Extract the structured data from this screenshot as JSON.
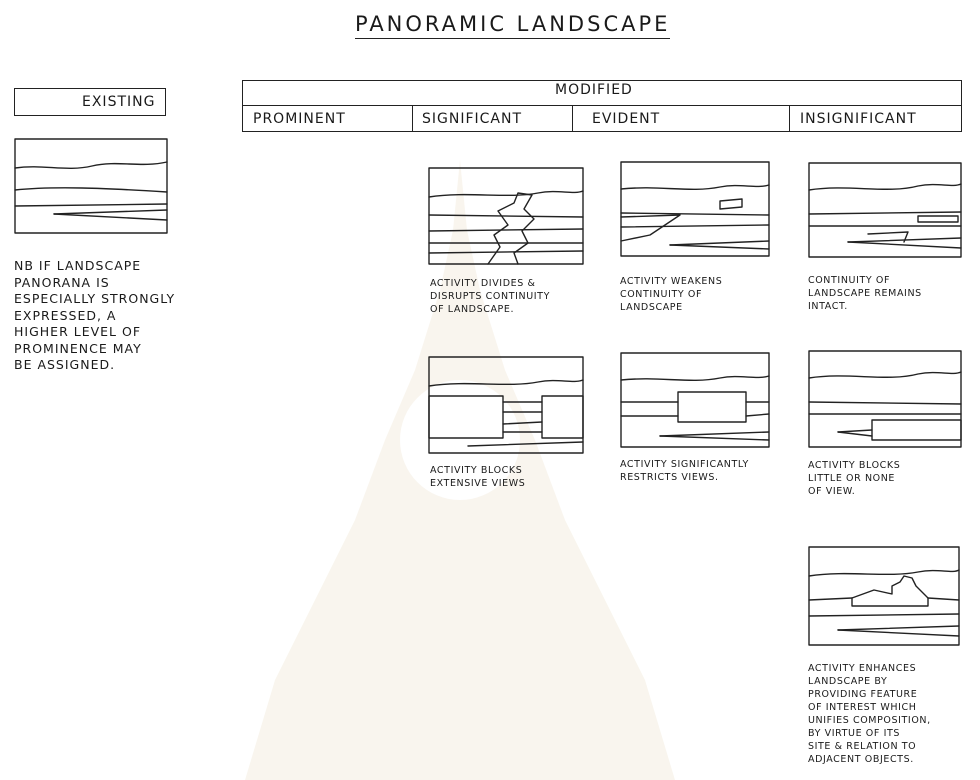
{
  "title": "PANORAMIC   LANDSCAPE",
  "existing_label": "EXISTING",
  "modified_label": "MODIFIED",
  "columns": [
    "PROMINENT",
    "SIGNIFICANT",
    "EVIDENT",
    "INSIGNIFICANT"
  ],
  "note": [
    "NB   IF LANDSCAPE",
    "PANORANA  IS",
    "ESPECIALLY STRONGLY",
    "EXPRESSED,  A",
    "HIGHER  LEVEL OF",
    "PROMINENCE  MAY",
    "BE  ASSIGNED."
  ],
  "captions": {
    "significant_divides": [
      "ACTIVITY DIVIDES &",
      "DISRUPTS CONTINUITY",
      "OF LANDSCAPE."
    ],
    "evident_weakens": [
      "ACTIVITY WEAKENS",
      "CONTINUITY OF",
      "LANDSCAPE"
    ],
    "insignificant_continuity": [
      "CONTINUITY OF",
      "LANDSCAPE REMAINS",
      "INTACT."
    ],
    "significant_blocks": [
      "ACTIVITY BLOCKS",
      "EXTENSIVE VIEWS"
    ],
    "evident_restricts": [
      "ACTIVITY SIGNIFICANTLY",
      "RESTRICTS VIEWS."
    ],
    "insignificant_blocks_little": [
      "ACTIVITY BLOCKS",
      "LITTLE OR NONE",
      "OF VIEW."
    ],
    "enhances": [
      "ACTIVITY ENHANCES",
      "LANDSCAPE BY",
      "PROVIDING FEATURE",
      "OF INTEREST WHICH",
      "UNIFIES COMPOSITION,",
      "BY VIRTUE OF ITS",
      "SITE & RELATION TO",
      "ADJACENT OBJECTS."
    ]
  }
}
